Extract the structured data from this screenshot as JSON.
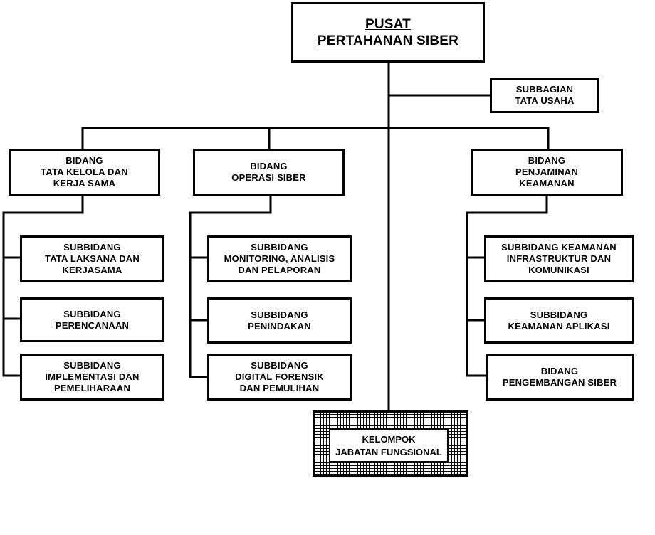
{
  "top": {
    "title": "PUSAT\nPERTAHANAN SIBER"
  },
  "staff": {
    "label": "SUBBAGIAN\nTATA USAHA"
  },
  "divisions": [
    {
      "label": "BIDANG\nTATA KELOLA DAN\nKERJA SAMA",
      "units": [
        "SUBBIDANG\nTATA LAKSANA DAN\nKERJASAMA",
        "SUBBIDANG\nPERENCANAAN",
        "SUBBIDANG\nIMPLEMENTASI DAN\nPEMELIHARAAN"
      ]
    },
    {
      "label": "BIDANG\nOPERASI SIBER",
      "units": [
        "SUBBIDANG\nMONITORING, ANALISIS\nDAN PELAPORAN",
        "SUBBIDANG\nPENINDAKAN",
        "SUBBIDANG\nDIGITAL FORENSIK\nDAN PEMULIHAN"
      ]
    },
    {
      "label": "BIDANG\nPENJAMINAN\nKEAMANAN",
      "units": [
        "SUBBIDANG KEAMANAN\nINFRASTRUKTUR DAN\nKOMUNIKASI",
        "SUBBIDANG\nKEAMANAN APLIKASI",
        "BIDANG\nPENGEMBANGAN SIBER"
      ]
    }
  ],
  "functional": {
    "label": "KELOMPOK\nJABATAN FUNGSIONAL"
  }
}
